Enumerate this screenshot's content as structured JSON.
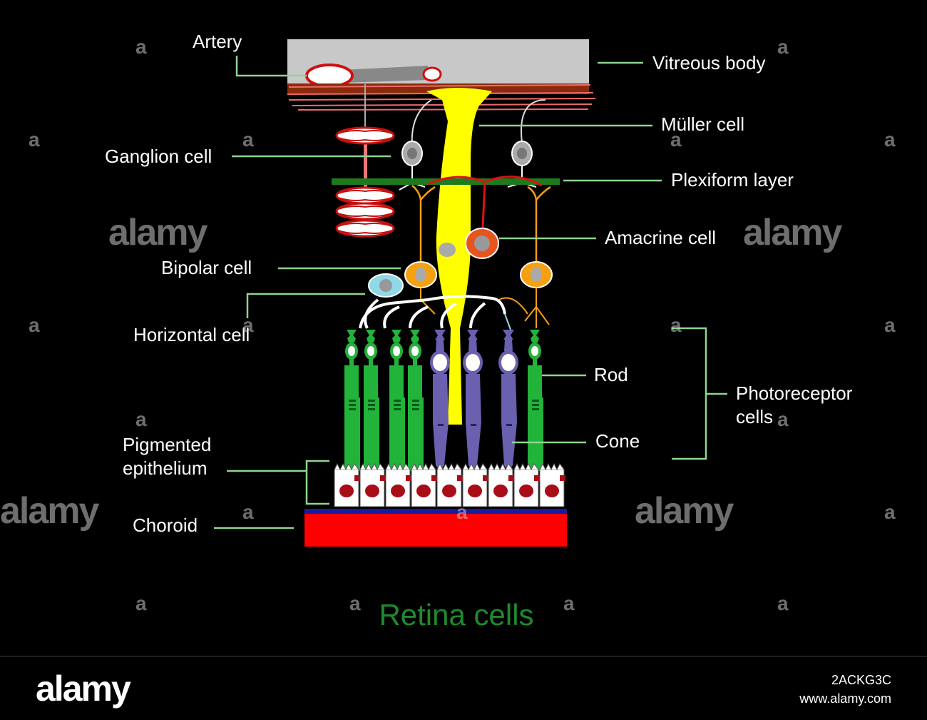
{
  "diagram": {
    "title": "Retina cells",
    "labels": {
      "artery": "Artery",
      "vitreous_body": "Vitreous body",
      "muller_cell": "Müller cell",
      "ganglion_cell": "Ganglion cell",
      "plexiform_layer": "Plexiform layer",
      "amacrine_cell": "Amacrine cell",
      "bipolar_cell": "Bipolar cell",
      "horizontal_cell": "Horizontal cell",
      "rod": "Rod",
      "photoreceptor_cells_line1": "Photoreceptor",
      "photoreceptor_cells_line2": "cells",
      "cone": "Cone",
      "pigmented_epithelium_line1": "Pigmented",
      "pigmented_epithelium_line2": "epithelium",
      "choroid": "Choroid"
    }
  },
  "watermark": {
    "brand": "alamy",
    "mark": "a"
  },
  "footer": {
    "brand": "alamy",
    "image_id": "2ACKG3C",
    "url": "www.alamy.com"
  },
  "colors": {
    "background": "#000000",
    "leader_line": "#8fd48f",
    "title": "#1e8a2e",
    "rod": "#22b33a",
    "cone": "#6a60b0",
    "muller": "#ffff00",
    "bipolar": "#f5a011",
    "amacrine": "#e8541e",
    "horizontal": "#8fd8e8",
    "choroid": "#ff0000",
    "vitreous": "#c8c8c8"
  }
}
